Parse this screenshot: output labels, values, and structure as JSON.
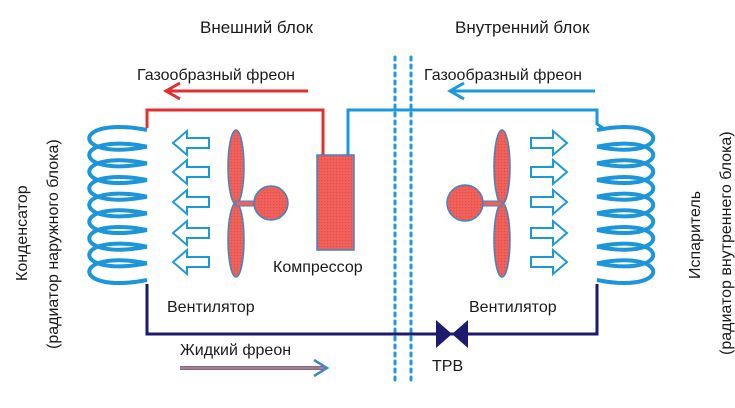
{
  "diagram": {
    "outdoor_unit_title": "Внешний блок",
    "indoor_unit_title": "Внутренний блок",
    "gas_freon_left_label": "Газообразный фреон",
    "gas_freon_right_label": "Газообразный фреон",
    "liquid_freon_label": "Жидкий фреон",
    "compressor_label": "Компрессор",
    "fan_left_label": "Вентилятор",
    "fan_right_label": "Вентилятор",
    "valve_label": "ТРВ",
    "condenser_label": "Конденсатор",
    "condenser_sublabel": "(радиатор наружного блока)",
    "evaporator_label": "Испаритель",
    "evaporator_sublabel": "(радиатор внутреннего блока)",
    "airflow_arrow_count_left": 5,
    "airflow_arrow_count_right": 5
  },
  "colors": {
    "hot_pipe": "#e03030",
    "cold_pipe": "#1a9ad8",
    "liquid_pipe": "#1e1a6e",
    "coil": "#1c96d8",
    "component_fill": "#f2605a",
    "component_stroke": "#3d86c4",
    "divider": "#1a9ad8"
  }
}
